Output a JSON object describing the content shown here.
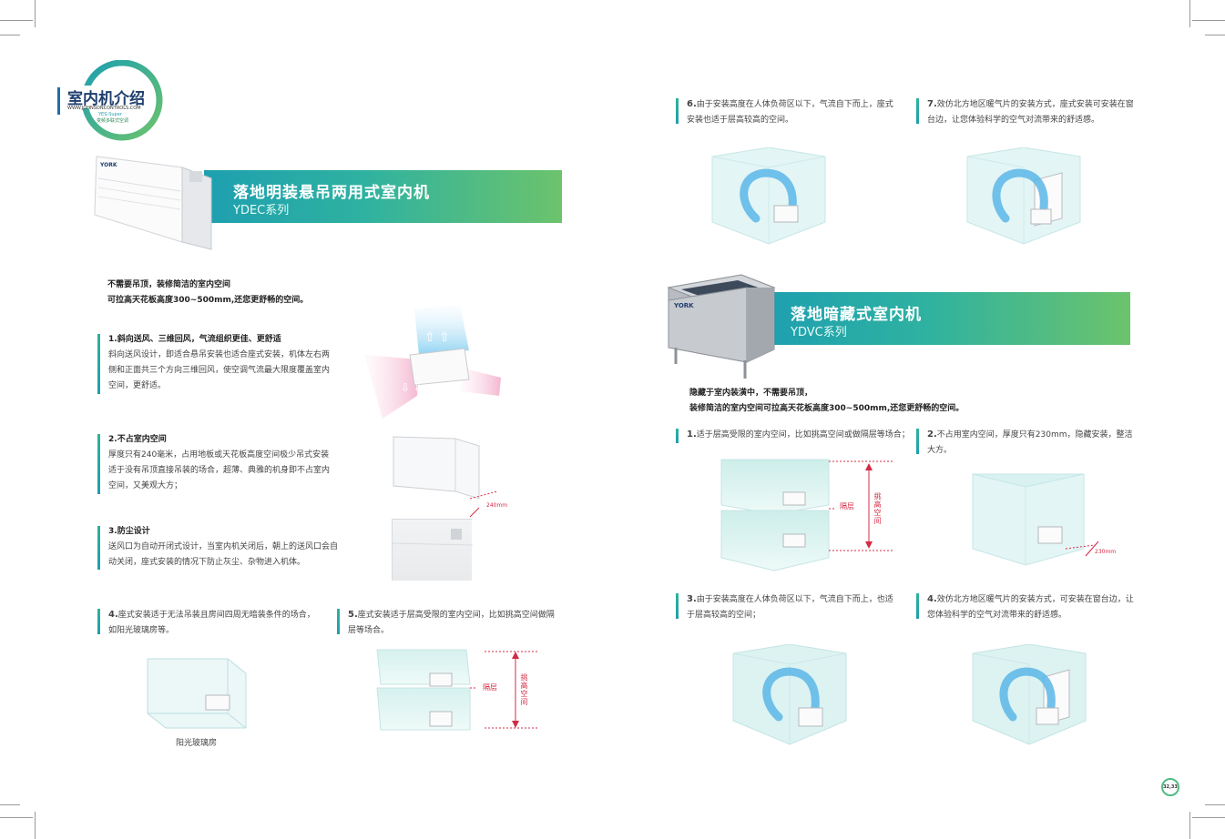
{
  "section_badge": {
    "title": "室内机介绍",
    "url": "WWW.JOHNSONCONTROLS.COM",
    "brand_line": "YES-Super",
    "sub_line": "变频多联式空调"
  },
  "left": {
    "banner": {
      "title": "落地明装悬吊两用式室内机",
      "series": "YDEC系列"
    },
    "product_logo": "YORK",
    "intro": [
      "不需要吊顶，装修简洁的室内空间",
      "可拉高天花板高度300~500mm,还您更舒畅的空间。"
    ],
    "features": [
      {
        "num": "1.",
        "title": "斜向送风、三维回风，气流组织更佳、更舒适",
        "text": "斜向送风设计，即适合悬吊安装也适合座式安装，机体左右两侧和正面共三个方向三维回风，使空调气流最大限度覆盖室内空间，更舒适。"
      },
      {
        "num": "2.",
        "title": "不占室内空间",
        "text": "厚度只有240毫米，占用地板或天花板高度空间极少吊式安装适于没有吊顶直接吊装的场合，超薄、典雅的机身即不占室内空间，又美观大方；"
      },
      {
        "num": "3.",
        "title": "防尘设计",
        "text": "送风口为自动开闭式设计，当室内机关闭后，朝上的送风口会自动关闭，座式安装的情况下防止灰尘、杂物进入机体。"
      }
    ],
    "dim_label": "240mm",
    "bottom": [
      {
        "num": "4.",
        "text": "座式安装适于无法吊装且房间四周无暗装条件的场合，如阳光玻璃房等。",
        "caption": "阳光玻璃房"
      },
      {
        "num": "5.",
        "text": "座式安装适于层高受限的室内空间，比如挑高空间做隔层等场合。",
        "label_floor": "隔层",
        "label_height": "挑高空间"
      }
    ]
  },
  "right": {
    "top": [
      {
        "num": "6.",
        "text": "由于安装高度在人体负荷区以下，气流自下而上，座式安装也适于层高较高的空间。"
      },
      {
        "num": "7.",
        "text": "效仿北方地区暖气片的安装方式，座式安装可安装在窗台边，让您体验科学的空气对流带来的舒适感。"
      }
    ],
    "banner": {
      "title": "落地暗藏式室内机",
      "series": "YDVC系列"
    },
    "product_logo": "YORK",
    "intro": [
      "隐藏于室内装潢中，不需要吊顶，",
      "装修简洁的室内空间可拉高天花板高度300~500mm,还您更舒畅的空间。"
    ],
    "features": [
      {
        "num": "1.",
        "text": "适于层高受限的室内空间，比如挑高空间或做隔层等场合；",
        "label_floor": "隔层",
        "label_height": "挑高空间"
      },
      {
        "num": "2.",
        "text": "不占用室内空间，厚度只有230mm，隐藏安装，整洁大方。",
        "dim_label": "230mm"
      },
      {
        "num": "3.",
        "text": "由于安装高度在人体负荷区以下，气流自下而上，也适于层高较高的空间；"
      },
      {
        "num": "4.",
        "text": "效仿北方地区暖气片的安装方式，可安装在窗台边，让您体验科学的空气对流带来的舒适感。"
      }
    ]
  },
  "page_number": "32,33",
  "colors": {
    "teal": "#1e9fb0",
    "green": "#6cc36c",
    "accent_red": "#d42b45"
  }
}
